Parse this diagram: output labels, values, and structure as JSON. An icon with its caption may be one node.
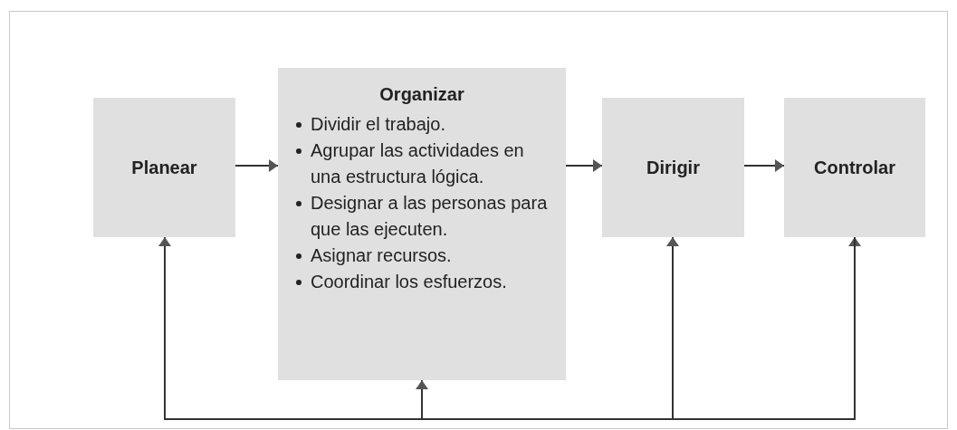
{
  "diagram": {
    "nodes": [
      {
        "text": [
          "Planear"
        ]
      },
      {
        "text": [
          "Organizar",
          "Dividir el trabajo.",
          "Agrupar las actividades en una estructura lógica.",
          "Designar a las personas para que las ejecuten.",
          "Asignar recursos.",
          "Coordinar los esfuerzos."
        ]
      },
      {
        "text": [
          "Dirigir"
        ]
      },
      {
        "text": [
          "Controlar"
        ]
      }
    ],
    "edges": [
      {
        "from": 0,
        "to": 1,
        "arrow": "to"
      },
      {
        "from": 1,
        "to": 2,
        "arrow": "to"
      },
      {
        "from": 2,
        "to": 3,
        "arrow": "to"
      },
      {
        "from": 3,
        "to": 0,
        "arrow": "both"
      },
      {
        "from": 3,
        "to": 1,
        "arrow": "to"
      },
      {
        "from": 3,
        "to": 2,
        "arrow": "to"
      }
    ]
  }
}
